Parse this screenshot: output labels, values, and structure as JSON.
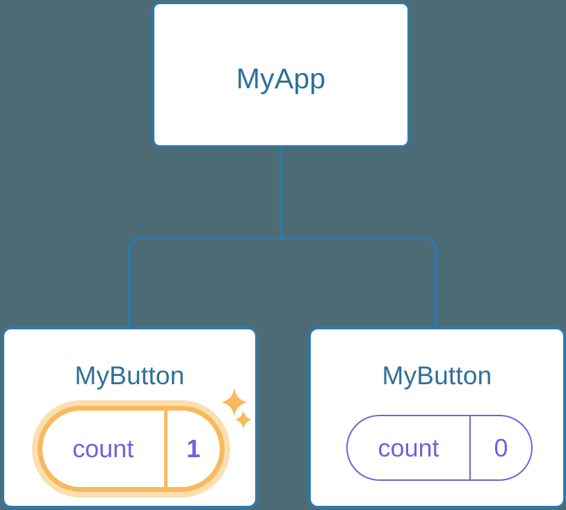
{
  "diagram": {
    "type": "component-tree",
    "background_color": "#4d6b74",
    "node_border_color": "#2f78a8",
    "node_title_color": "#2e7099",
    "state_color": "#6b63dd",
    "highlight_color": "#f8b95e",
    "highlight_glow_color": "#fbdfb0",
    "connector_color": "#2f78a8"
  },
  "root": {
    "title": "MyApp"
  },
  "children": [
    {
      "title": "MyButton",
      "state": {
        "key": "count",
        "value": "1"
      },
      "highlighted": true,
      "sparkles": [
        {
          "name": "sparkle-large"
        },
        {
          "name": "sparkle-small"
        }
      ]
    },
    {
      "title": "MyButton",
      "state": {
        "key": "count",
        "value": "0"
      },
      "highlighted": false
    }
  ]
}
